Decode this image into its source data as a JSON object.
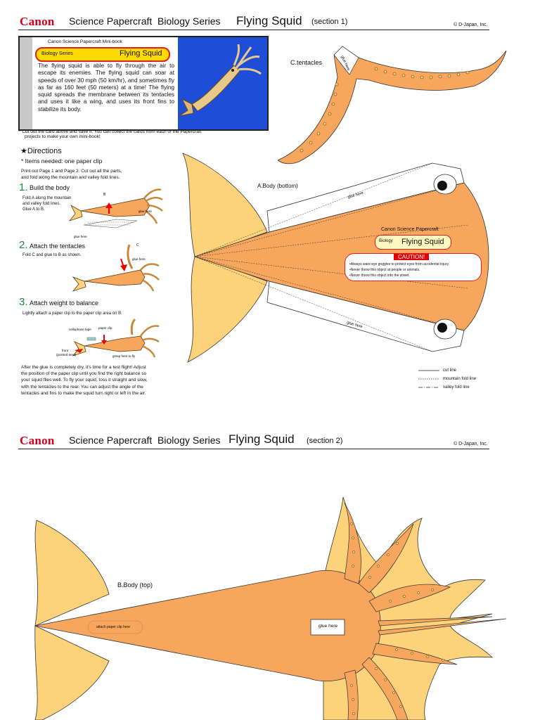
{
  "header1": {
    "logo": "Canon",
    "series": "Science Papercraft  Biology Series",
    "title": "Flying Squid",
    "section": "(section 1)",
    "copyright": "© D-Japan, Inc."
  },
  "card": {
    "mini_book": "Canon Science Papercraft  Mini-book",
    "series_label": "Biology Series",
    "title": "Flying Squid",
    "description": "The flying squid is able to fly through the air to escape its enemies. The flying squid can soar at speeds of over 30 mph (50 km/hr), and sometimes fly as far as 160 feet (50 meters) at a time!  The flying squid spreads the membrane between its tentacles and uses it like a wing, and uses its front fins to stabilize its body."
  },
  "cut_note_1": "* Cut out the card above and save it.  You can collect the cards from each of the Papercraft",
  "cut_note_2": "projects to make your own mini-book!",
  "directions": {
    "heading": "Directions",
    "items_needed": "* Items needed: one paper clip",
    "intro_1": "Print out Page 1 and Page 2.  Cut out all the parts,",
    "intro_2": "and fold along the mountain and valley fold lines.",
    "steps": [
      {
        "num": "1.",
        "title": "Build the body",
        "text_1": "Fold A along the mountain",
        "text_2": "and valley fold lines.",
        "text_3": "Glue A to B."
      },
      {
        "num": "2.",
        "title": "Attach the tentacles",
        "text_1": "Fold C and glue to B as shown."
      },
      {
        "num": "3.",
        "title": "Attach weight to balance",
        "text_1": "Lightly attach a paper clip to the paper clip area on B."
      }
    ],
    "fig_labels": {
      "b": "B",
      "glue_here": "glue here",
      "c": "C",
      "cellophane": "cellophane tape",
      "paper_clip": "paper clip",
      "front": "front",
      "pointed": "(pointed area)",
      "grasp": "grasp here to fly"
    },
    "final": [
      "After the glue is completely dry, it's time for a test flight! Adjust",
      "the position of the paper clip until you find the right balance so",
      "your squid flies well. To fly your squid, toss it straight and slow,",
      "with the tentacles to the rear. You can adjust the angle of the",
      "tentacles and fins to make the squid turn right or left in the air."
    ]
  },
  "tentacles_label": "C.tentacles",
  "tentacle_glue": "glue here",
  "body_bottom": {
    "label": "A.Body (bottom)",
    "glue_top": "glue here",
    "glue_bottom": "glue here",
    "brand": "Canon Science Papercraft",
    "biology": "Biology",
    "title": "Flying Squid",
    "caution_title": "CAUTION!",
    "caution_lines": [
      "•Always ware eye goggles to protect eyes from accidental injury.",
      "•Never throw this object at people or animals.",
      "•Never throw this object into the street."
    ]
  },
  "legend": {
    "cut": "cut line",
    "mountain": "mountain fold line",
    "valley": "valley fold line"
  },
  "header2": {
    "logo": "Canon",
    "series": "Science Papercraft  Biology Series",
    "title": "Flying Squid",
    "section": "(section 2)",
    "copyright": "© D-Japan, Inc."
  },
  "body_top": {
    "label": "B.Body (top)",
    "clip_area": "attach paper clip here",
    "glue_here": "glue here"
  },
  "colors": {
    "orange": "#f7a65e",
    "yellow_fin": "#fcd27a",
    "canon_red": "#d2001c",
    "card_blue": "#1e4dd8",
    "step_green": "#1a8a3a"
  }
}
